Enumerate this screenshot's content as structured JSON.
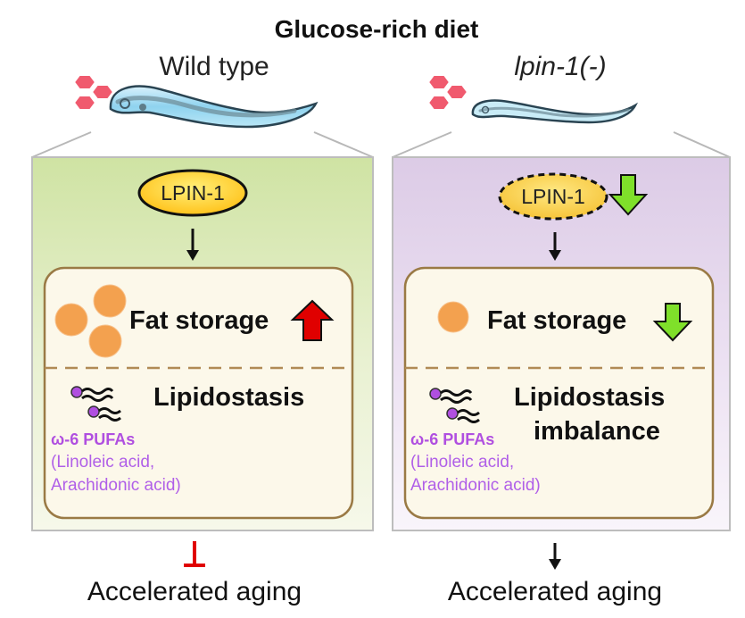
{
  "title": "Glucose-rich diet",
  "colors": {
    "wt_panel_top": "#cfe3a3",
    "wt_panel_bottom": "#f6f8ea",
    "mut_panel_top": "#dccbe6",
    "mut_panel_bottom": "#f9f5fb",
    "inner_box": "#fcf8ea",
    "inner_border": "#9a7a45",
    "fat_droplet": "#f3a14f",
    "lpin_fill": "#ffd43a",
    "up_arrow": "#e00000",
    "down_arrow": "#7fe02a",
    "pufa_text": "#b04fe0",
    "inhibit": "#e00000",
    "glucose": "#f05a6e"
  },
  "panels": [
    {
      "id": "wild-type",
      "header": "Wild type",
      "header_italic": false,
      "lpin_label": "LPIN-1",
      "lpin_reduced": false,
      "fat_storage_label": "Fat storage",
      "fat_storage_trend": "up",
      "fat_droplets": 3,
      "lipid_line1": "Lipidostasis",
      "lipid_line2": "",
      "pufa_label": "ω-6 PUFAs",
      "pufa_line1": "(Linoleic acid,",
      "pufa_line2": "Arachidonic acid)",
      "outcome_relation": "inhibits",
      "outcome_label": "Accelerated aging"
    },
    {
      "id": "lpin-1-mutant",
      "header": "lpin-1(-)",
      "header_italic": true,
      "lpin_label": "LPIN-1",
      "lpin_reduced": true,
      "fat_storage_label": "Fat storage",
      "fat_storage_trend": "down",
      "fat_droplets": 1,
      "lipid_line1": "Lipidostasis",
      "lipid_line2": "imbalance",
      "pufa_label": "ω-6 PUFAs",
      "pufa_line1": "(Linoleic acid,",
      "pufa_line2": "Arachidonic acid)",
      "outcome_relation": "promotes",
      "outcome_label": "Accelerated aging"
    }
  ]
}
